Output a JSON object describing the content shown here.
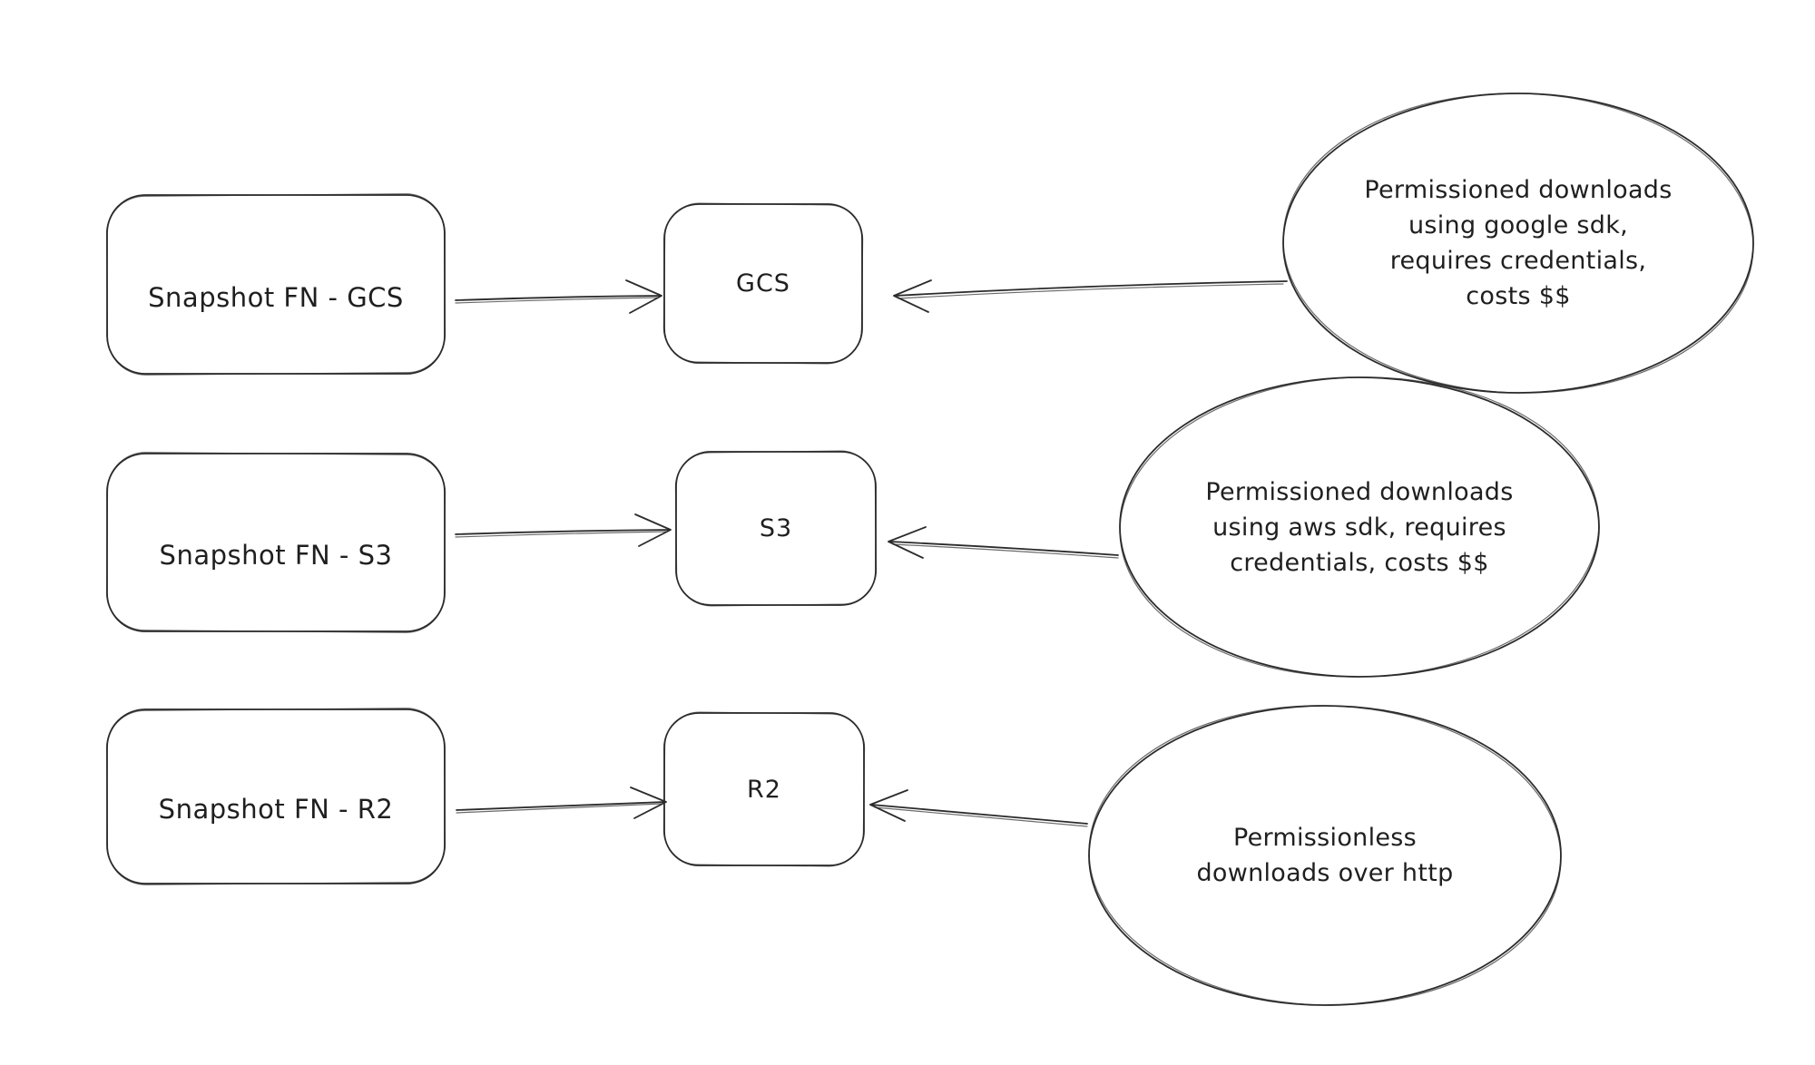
{
  "colors": {
    "background": "#ffffff",
    "stroke": "#2b2b2b",
    "text": "#1f1f1f"
  },
  "diagram": {
    "rows": [
      {
        "id": "gcs",
        "source_label": "Snapshot FN - GCS",
        "target_label": "GCS",
        "note": "Permissioned downloads\nusing google sdk,\nrequires credentials,\ncosts $$"
      },
      {
        "id": "s3",
        "source_label": "Snapshot FN - S3",
        "target_label": "S3",
        "note": "Permissioned downloads\nusing aws sdk, requires\ncredentials, costs $$"
      },
      {
        "id": "r2",
        "source_label": "Snapshot FN - R2",
        "target_label": "R2",
        "note": "Permissionless\ndownloads over http"
      }
    ]
  }
}
